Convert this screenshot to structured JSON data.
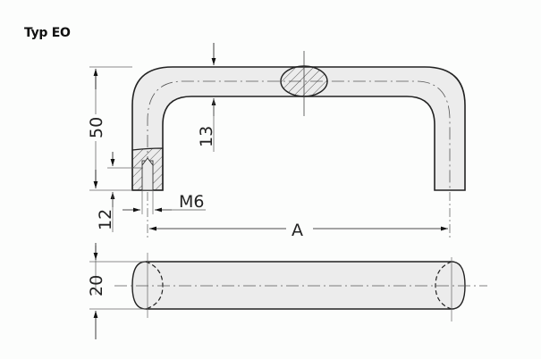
{
  "title": "Typ EO",
  "dimensions": {
    "height_overall": "50",
    "tube_offset": "13",
    "thread_depth": "12",
    "thread": "M6",
    "center_distance": "A",
    "diameter": "20"
  },
  "colors": {
    "fill": "#ececec",
    "stroke": "#222222",
    "line": "#555555"
  }
}
